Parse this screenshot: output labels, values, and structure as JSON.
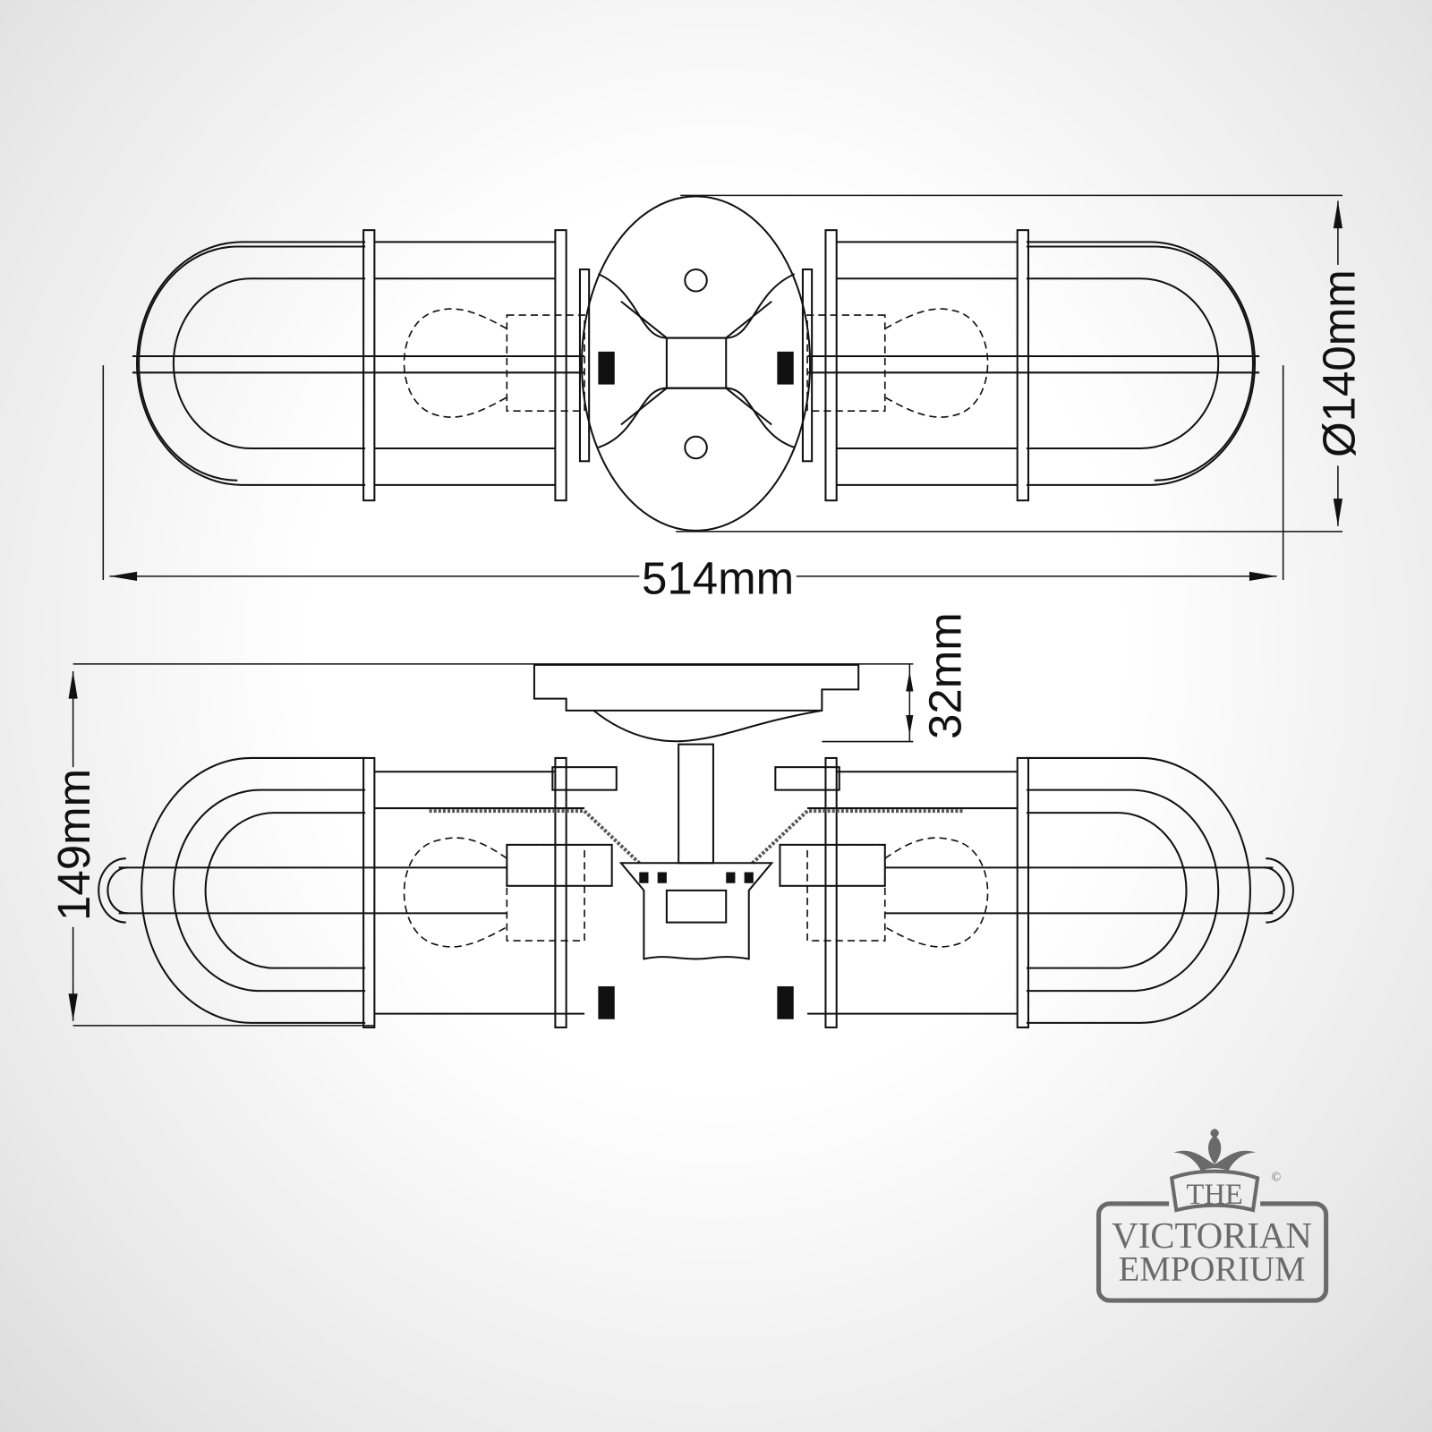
{
  "dimensions": {
    "width": "514mm",
    "diameter": "Ø140mm",
    "plate_depth": "32mm",
    "height": "149mm"
  },
  "logo": {
    "line1": "THE",
    "line2": "VICTORIAN",
    "line3": "EMPORIUM",
    "copyright": "©"
  },
  "colors": {
    "line": "#111111",
    "logo": "#6a6a6a"
  }
}
